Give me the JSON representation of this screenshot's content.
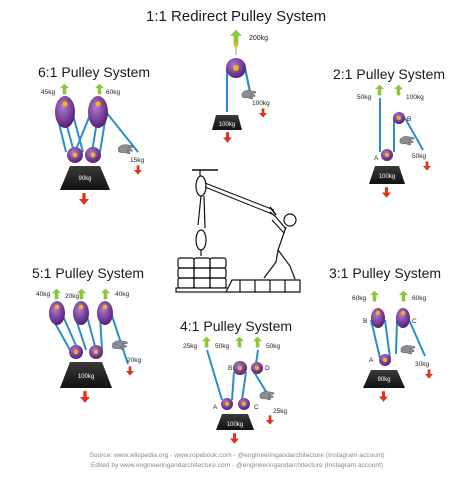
{
  "titles": {
    "redirect": "1:1 Redirect Pulley System",
    "six": "6:1 Pulley System",
    "two": "2:1 Pulley System",
    "five": "5:1 Pulley System",
    "three": "3:1 Pulley System",
    "four": "4:1 Pulley System"
  },
  "redirect": {
    "top_load": "200kg",
    "pull": "100kg",
    "weight": "100kg"
  },
  "six": {
    "anchor_left": "45kg",
    "anchor_right": "60kg",
    "pull": "15kg",
    "weight": "90kg"
  },
  "two": {
    "anchor_left": "50kg",
    "anchor_right": "100kg",
    "pull": "50kg",
    "weight": "100kg",
    "label_a": "A",
    "label_b": "B"
  },
  "five": {
    "anchor_left": "40kg",
    "anchor_mid": "20kg",
    "anchor_right": "40kg",
    "pull": "20kg",
    "weight": "100kg"
  },
  "three": {
    "anchor_left": "60kg",
    "anchor_right": "60kg",
    "pull": "30kg",
    "weight": "90kg",
    "label_a": "A",
    "label_b": "B",
    "label_c": "C"
  },
  "four": {
    "anchor_left": "25kg",
    "anchor_mid": "50kg",
    "anchor_right": "50kg",
    "pull": "25kg",
    "weight": "100kg",
    "label_a": "A",
    "label_b": "B",
    "label_c": "C",
    "label_d": "D"
  },
  "footer": {
    "line1": "Source: www.wikipedia.org - www.ropebook.com - @engineeringandarchitecture (Instagram account)",
    "line2": "Edited by www.engineeringandarchitecture.com - @engineeringandarchitecture (Instagram account)"
  },
  "colors": {
    "pulley": "#6a2c91",
    "rope": "#2a8fc8",
    "anchor": "#8cc63f",
    "arrow": "#e0301e",
    "weight": "#222222",
    "bearing": "#f2b417"
  }
}
